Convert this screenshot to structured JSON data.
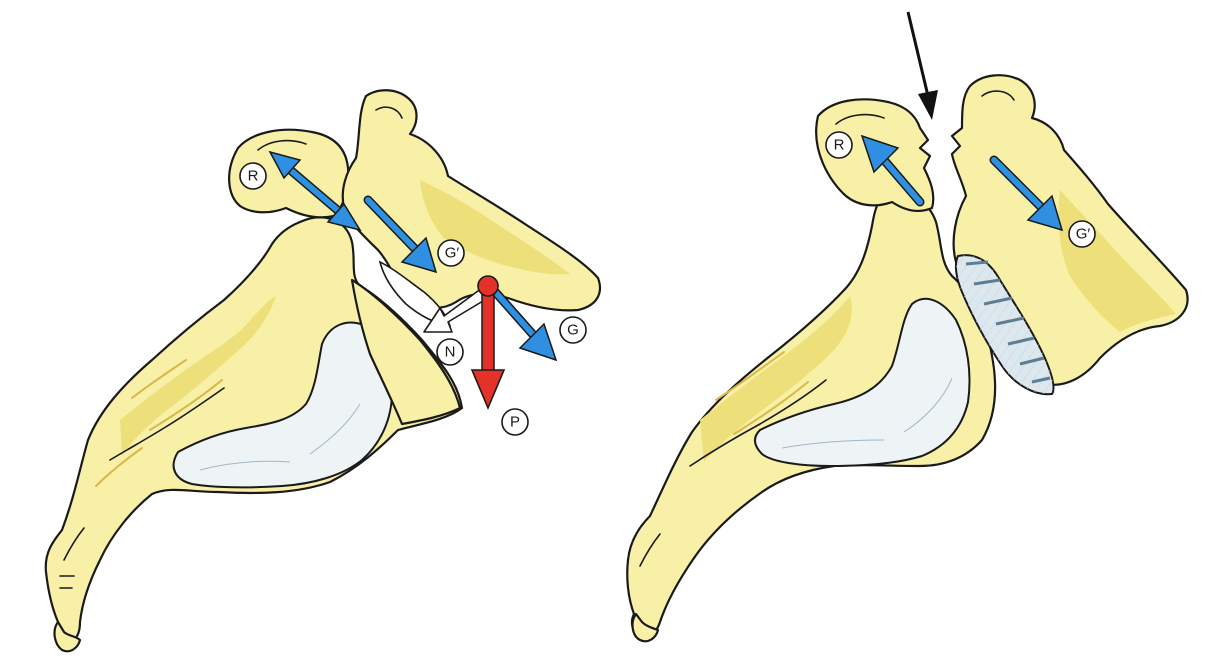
{
  "labels": {
    "left": {
      "r": "R",
      "g_prime": "G′",
      "g": "G",
      "n": "N",
      "p": "P"
    },
    "right": {
      "r": "R",
      "g_prime": "G′"
    }
  },
  "colors": {
    "bone": "#f7f0a6",
    "blue_arrow": "#2f8fe0",
    "red_arrow": "#e4312a",
    "white_arrow": "#ffffff",
    "black_arrow": "#111111"
  }
}
